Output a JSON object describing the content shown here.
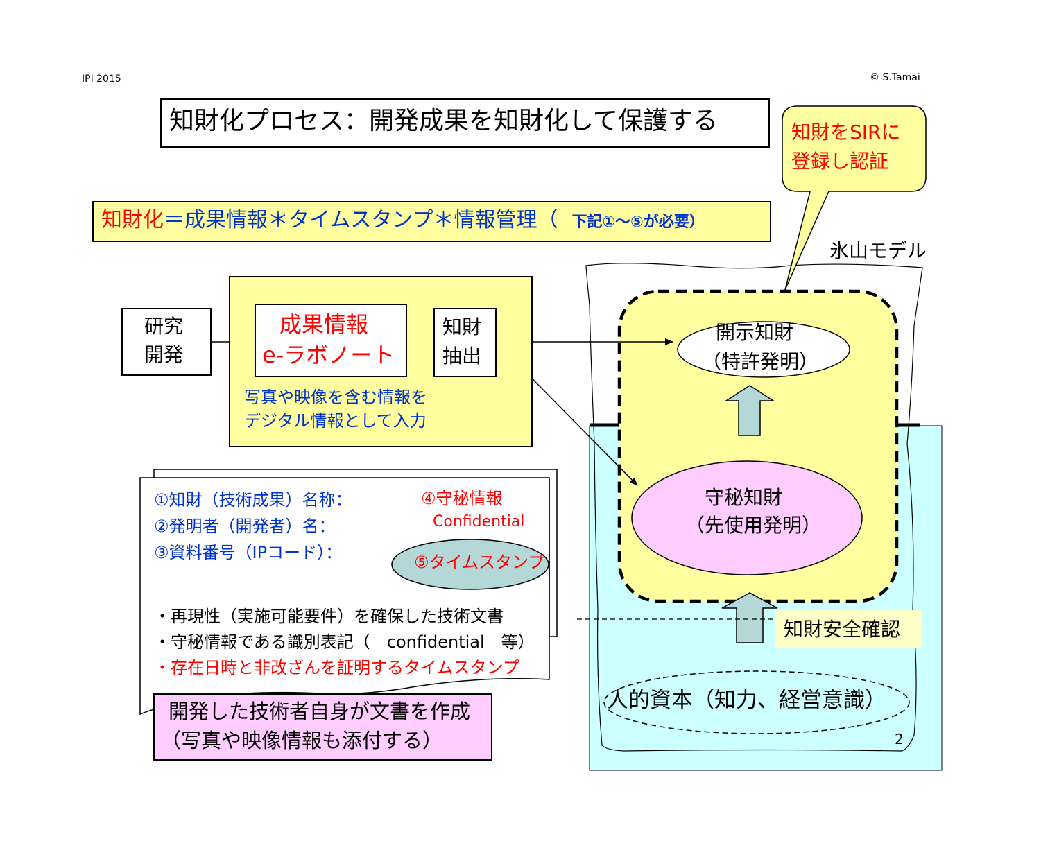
{
  "header": {
    "left": "IPI 2015",
    "right": "© S.Tamai"
  },
  "title": "知財化プロセス：開発成果を知財化して保護する",
  "formula": {
    "term1": "知財化",
    "term2": "＝成果情報＊タイムスタンプ＊情報管理（",
    "term3": "下記①～⑤が必要）"
  },
  "callout": {
    "line1": "知財をSIRに",
    "line2": "登録し認証"
  },
  "iceberg_label": "氷山モデル",
  "flow": {
    "research_line1": "研究",
    "research_line2": "開発",
    "results_line1": "成果情報",
    "results_line2": "e-ラボノート",
    "extract_line1": "知財",
    "extract_line2": "抽出",
    "note_line1": "写真や映像を含む情報を",
    "note_line2": "デジタル情報として入力"
  },
  "document": {
    "item1": "①知財（技術成果）名称：",
    "item2": "②発明者（開発者）名：",
    "item3": "③資料番号（IPコード）：",
    "item4_line1": "④守秘情報",
    "item4_line2": "Confidential",
    "item5": "⑤タイムスタンプ",
    "bullet1": "・再現性（実施可能要件）を確保した技術文書",
    "bullet2": "・守秘情報である識別表記（　confidential　等）",
    "bullet3": "・存在日時と非改ざんを証明するタイムスタンプ"
  },
  "author_note": {
    "line1": "開発した技術者自身が文書を作成",
    "line2": "（写真や映像情報も添付する）"
  },
  "iceberg": {
    "disclosed_line1": "開示知財",
    "disclosed_line2": "（特許発明）",
    "secret_line1": "守秘知財",
    "secret_line2": "（先使用発明）",
    "safety": "知財安全確認",
    "human_capital": "人的資本（知力、経営意識）",
    "page_number": "2"
  },
  "colors": {
    "yellow_fill": "#ffffa0",
    "water_fill": "#ccffff",
    "pink_fill": "#ffccff",
    "ellipse_teal": "#b4d7d7",
    "arrow_fill": "#b4d7d7",
    "red_text": "#ff0000",
    "blue_text": "#0033cc"
  }
}
